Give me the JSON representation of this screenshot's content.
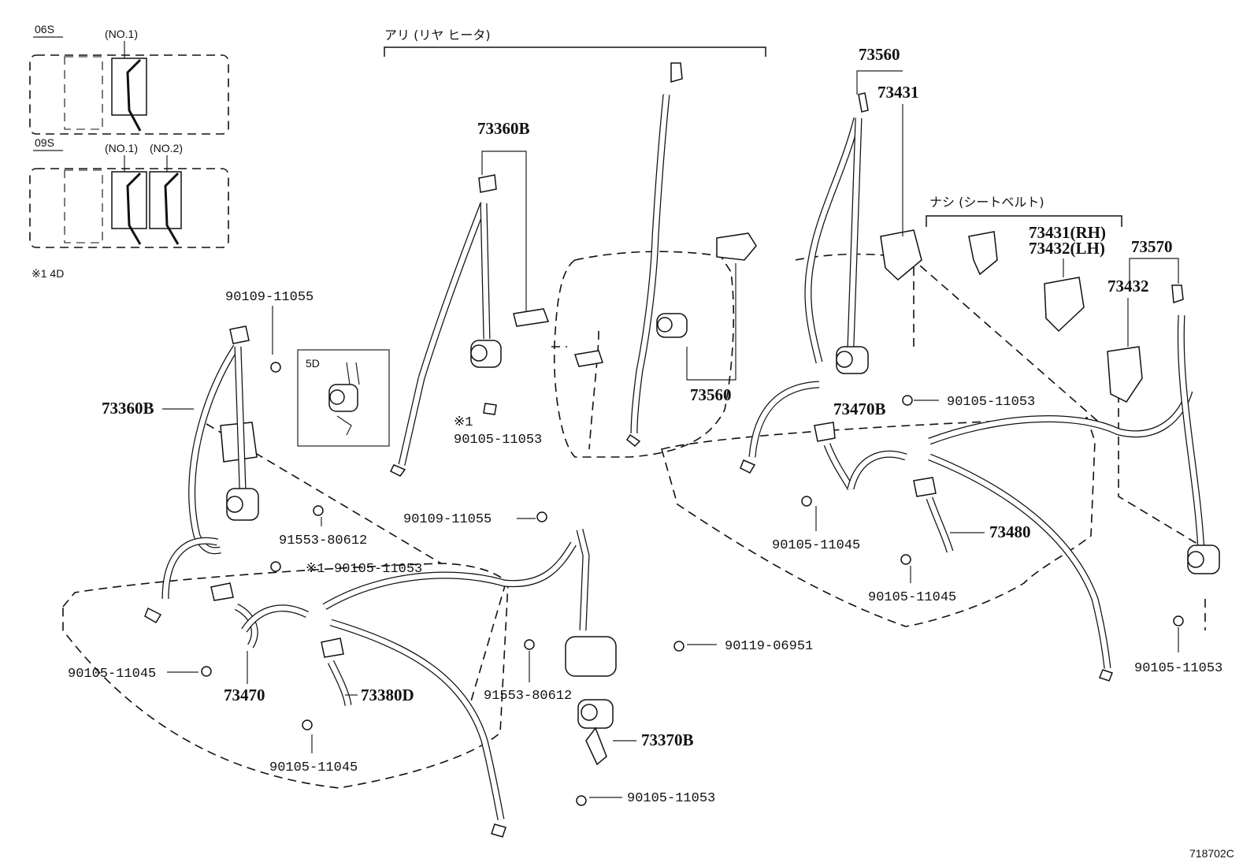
{
  "variants": {
    "s06": {
      "code": "06S",
      "no1": "(NO.1)"
    },
    "s09": {
      "code": "09S",
      "no1": "(NO.1)",
      "no2": "(NO.2)"
    },
    "note": "※1  4D"
  },
  "group_labels": {
    "rear_heater": "アリ (リヤ  ヒータ)",
    "no_belt": "ナシ (シートベルト)",
    "inset_5d": "5D",
    "note_mark": "※1"
  },
  "part_numbers": {
    "p73360B_a": "73360B",
    "p73360B_b": "73360B",
    "p73560_a": "73560",
    "p73560_b": "73560",
    "p73431": "73431",
    "p73431_rh": "73431(RH)",
    "p73432_lh": "73432(LH)",
    "p73570": "73570",
    "p73432": "73432",
    "p73470B": "73470B",
    "p73480": "73480",
    "p73470": "73470",
    "p73380D": "73380D",
    "p73370B": "73370B"
  },
  "bolts": {
    "b90109_11055_a": "90109-11055",
    "b90109_11055_b": "90109-11055",
    "b90105_11053_a": "90105-11053",
    "b90105_11053_b": "90105-11053",
    "b90105_11053_c": "90105-11053",
    "b90105_11053_d": "90105-11053",
    "b90105_11053_e": "90105-11053",
    "b91553_80612_a": "91553-80612",
    "b91553_80612_b": "91553-80612",
    "b90105_11045_a": "90105-11045",
    "b90105_11045_b": "90105-11045",
    "b90105_11045_c": "90105-11045",
    "b90105_11045_d": "90105-11045",
    "b90119_06951": "90119-06951",
    "note_mark_b": "※1"
  },
  "illustration_id": "718702C"
}
